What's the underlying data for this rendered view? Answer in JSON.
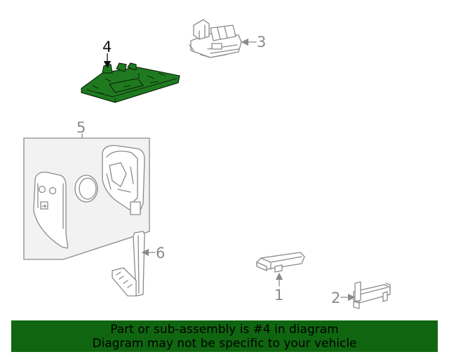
{
  "callouts": {
    "part1": "1",
    "part2": "2",
    "part3": "3",
    "part4": "4",
    "part5": "5",
    "part6": "6"
  },
  "highlighted_part": "4",
  "colors": {
    "highlight": "#1f7a1f",
    "banner_bg": "#106610",
    "line_art": "#8a8a8a"
  },
  "banner": {
    "line1": "Part or sub-assembly is #4 in diagram",
    "line2": "Diagram may not be specific to your vehicle"
  }
}
